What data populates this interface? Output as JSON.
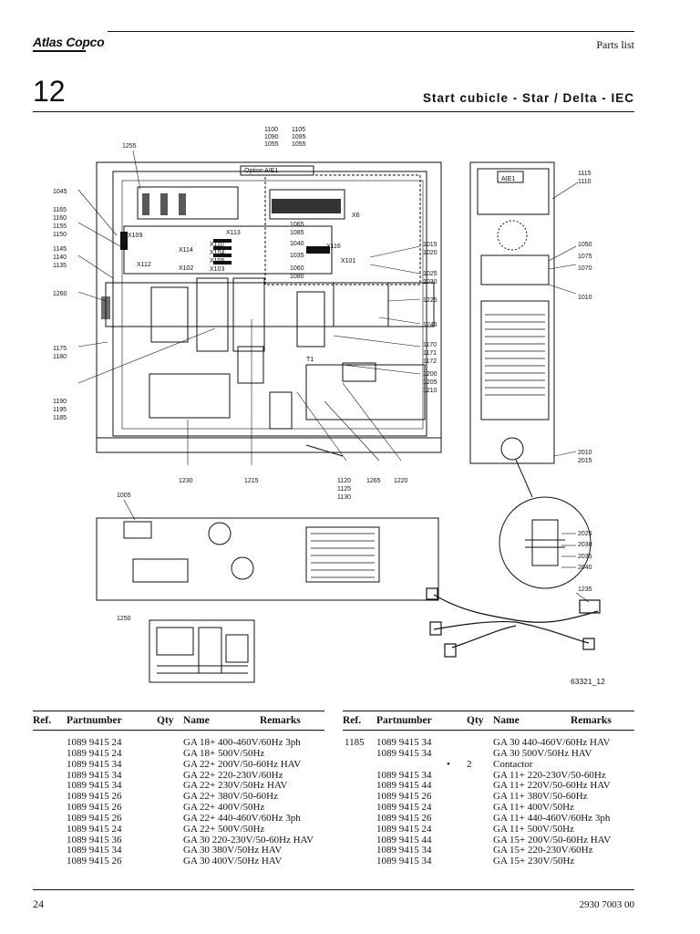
{
  "header": {
    "brand": "Atlas Copco",
    "section_label": "Parts list",
    "chapter_number": "12",
    "title": "Start cubicle - Star / Delta - IEC"
  },
  "figure": {
    "figure_id": "63321_12",
    "callouts": [
      "1100",
      "1105",
      "1090",
      "1095",
      "1055",
      "1055",
      "Option AIE1",
      "1255",
      "1045",
      "1165",
      "1160",
      "1155",
      "1150",
      "1145",
      "1140",
      "1135",
      "1260",
      "1175",
      "1180",
      "1190",
      "1195",
      "1185",
      "1230",
      "1215",
      "1120",
      "1125",
      "1130",
      "1265",
      "1220",
      "1065",
      "1085",
      "1040",
      "1035",
      "1060",
      "1080",
      "X109",
      "X112",
      "X114",
      "X102",
      "X113",
      "X110",
      "X104",
      "X105",
      "X103",
      "X6",
      "X116",
      "X101",
      "1015",
      "1020",
      "1025",
      "1030",
      "1225",
      "1245",
      "1170",
      "1171",
      "1172",
      "1200",
      "1205",
      "1210",
      "T1",
      "1115",
      "1110",
      "AIE1",
      "1050",
      "1075",
      "1070",
      "1010",
      "2010",
      "2015",
      "2025",
      "2030",
      "2035",
      "2040",
      "1005",
      "1235",
      "1250"
    ]
  },
  "table": {
    "headers": {
      "ref": "Ref.",
      "partnumber": "Partnumber",
      "qty": "Qty",
      "name": "Name",
      "remarks": "Remarks"
    },
    "left_rows": [
      {
        "part": "1089 9415 24",
        "name": "GA 18+ 400-460V/60Hz 3ph"
      },
      {
        "part": "1089 9415 24",
        "name": "GA 18+ 500V/50Hz"
      },
      {
        "part": "1089 9415 34",
        "name": "GA 22+ 200V/50-60Hz HAV"
      },
      {
        "part": "1089 9415 34",
        "name": "GA 22+ 220-230V/60Hz"
      },
      {
        "part": "1089 9415 34",
        "name": "GA 22+ 230V/50Hz HAV"
      },
      {
        "part": "1089 9415 26",
        "name": "GA 22+ 380V/50-60Hz"
      },
      {
        "part": "1089 9415 26",
        "name": "GA 22+ 400V/50Hz"
      },
      {
        "part": "1089 9415 26",
        "name": "GA 22+ 440-460V/60Hz 3ph"
      },
      {
        "part": "1089 9415 24",
        "name": "GA 22+ 500V/50Hz"
      },
      {
        "part": "1089 9415 36",
        "name": "GA 30 220-230V/50-60Hz HAV"
      },
      {
        "part": "1089 9415 34",
        "name": "GA 30 380V/50Hz HAV"
      },
      {
        "part": "1089 9415 26",
        "name": "GA 30 400V/50Hz HAV"
      }
    ],
    "right_rows": [
      {
        "ref": "",
        "part": "1089 9415 34",
        "bullet": "",
        "qty": "",
        "name": "GA 30 440-460V/60Hz HAV"
      },
      {
        "ref": "",
        "part": "1089 9415 34",
        "bullet": "",
        "qty": "",
        "name": "GA 30 500V/50Hz HAV"
      },
      {
        "ref": "1185",
        "part": "",
        "bullet": "•",
        "qty": "2",
        "name": "Contactor"
      },
      {
        "ref": "",
        "part": "1089 9415 34",
        "bullet": "",
        "qty": "",
        "name": "GA 11+ 220-230V/50-60Hz"
      },
      {
        "ref": "",
        "part": "1089 9415 44",
        "bullet": "",
        "qty": "",
        "name": "GA 11+ 220V/50-60Hz HAV"
      },
      {
        "ref": "",
        "part": "1089 9415 26",
        "bullet": "",
        "qty": "",
        "name": "GA 11+ 380V/50-60Hz"
      },
      {
        "ref": "",
        "part": "1089 9415 24",
        "bullet": "",
        "qty": "",
        "name": "GA 11+ 400V/50Hz"
      },
      {
        "ref": "",
        "part": "1089 9415 26",
        "bullet": "",
        "qty": "",
        "name": "GA 11+ 440-460V/60Hz 3ph"
      },
      {
        "ref": "",
        "part": "1089 9415 24",
        "bullet": "",
        "qty": "",
        "name": "GA 11+ 500V/50Hz"
      },
      {
        "ref": "",
        "part": "1089 9415 44",
        "bullet": "",
        "qty": "",
        "name": "GA 15+ 200V/50-60Hz HAV"
      },
      {
        "ref": "",
        "part": "1089 9415 34",
        "bullet": "",
        "qty": "",
        "name": "GA 15+ 220-230V/60Hz"
      },
      {
        "ref": "",
        "part": "1089 9415 34",
        "bullet": "",
        "qty": "",
        "name": "GA 15+ 230V/50Hz"
      }
    ]
  },
  "footer": {
    "page_number": "24",
    "doc_number": "2930  7003  00"
  }
}
